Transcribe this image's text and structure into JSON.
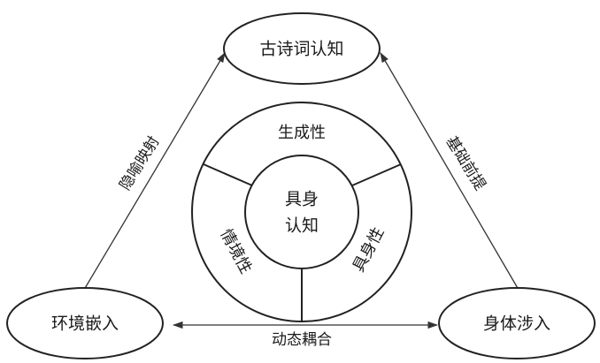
{
  "nodes": {
    "top": "古诗词认知",
    "left": "环境嵌入",
    "right": "身体涉入"
  },
  "edges": {
    "left": "隐喻映射",
    "right": "基础前提",
    "bottom": "动态耦合"
  },
  "ring": {
    "top": "生成性",
    "left": "情境性",
    "right": "具身性"
  },
  "core": {
    "line1": "具身",
    "line2": "认知"
  },
  "colors": {
    "stroke": "#222222",
    "text": "#1a1a1a",
    "background": "#ffffff"
  }
}
